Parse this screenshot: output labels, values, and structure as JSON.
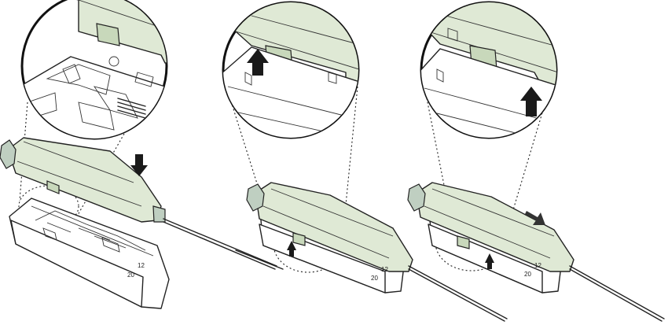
{
  "figure": {
    "panels": [
      {
        "id": "panel-1",
        "scale_labels": [
          "12",
          "20"
        ]
      },
      {
        "id": "panel-2",
        "scale_labels": [
          "12",
          "20"
        ]
      },
      {
        "id": "panel-3",
        "scale_labels": [
          "12",
          "20"
        ]
      }
    ]
  },
  "colors": {
    "device_green": "#dfe9d5",
    "outline": "#222222",
    "arrow": "#1a1a1a"
  },
  "icons": {
    "down_arrow": "arrow-down-icon",
    "up_arrow": "arrow-up-icon",
    "diagonal_arrow": "arrow-down-right-icon"
  }
}
